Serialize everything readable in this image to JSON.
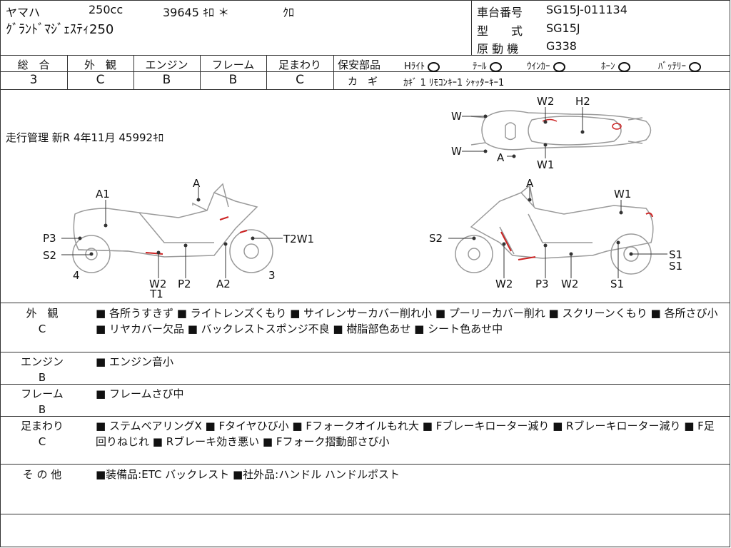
{
  "header": {
    "maker": "ヤマハ",
    "displacement": "250cc",
    "mileage": "39645 ｷﾛ ＊",
    "color": "ｸﾛ",
    "model_name": "ｸﾞﾗﾝﾄﾞﾏｼﾞｪｽﾃｨ250",
    "chassis_label": "車台番号",
    "chassis_value": "SG15J-011134",
    "type_label": "型　　式",
    "type_value": "SG15J",
    "engine_label": "原 動 機",
    "engine_value": "G338"
  },
  "grades": {
    "headers": [
      "総　合",
      "外　観",
      "エンジン",
      "フレーム",
      "足まわり"
    ],
    "values": [
      "3",
      "C",
      "B",
      "B",
      "C"
    ]
  },
  "safety": {
    "label": "保安部品",
    "items": [
      "Hﾗｲﾄ",
      "ﾃｰﾙ",
      "ｳｲﾝｶｰ",
      "ﾎｰﾝ",
      "ﾊﾞｯﾃﾘｰ"
    ],
    "key_label": "カ　ギ",
    "key_value": "ｶｷﾞ 1  ﾘﾓｺﾝｷｰ1  ｼｬｯﾀｰｷｰ1"
  },
  "management": "走行管理 新R  4年11月  45992ｷﾛ",
  "diagram_labels": {
    "top": [
      "W",
      "W",
      "W2",
      "H2",
      "A",
      "W1"
    ],
    "left": [
      "A",
      "A1",
      "P3",
      "S2",
      "4",
      "W2",
      "T1",
      "P2",
      "A2",
      "3",
      "T2W1"
    ],
    "right": [
      "A",
      "W1",
      "S2",
      "W2",
      "P3",
      "W2",
      "S1",
      "S1",
      "S1"
    ]
  },
  "conditions": [
    {
      "label": "外　観",
      "grade": "C",
      "text": "■ 各所うすきず ■ ライトレンズくもり ■ サイレンサーカバー削れ小 ■ プーリーカバー削れ ■ スクリーンくもり ■ 各所さび小 ■ リヤカバー欠品 ■ バックレストスポンジ不良 ■ 樹脂部色あせ ■ シート色あせ中"
    },
    {
      "label": "エンジン",
      "grade": "B",
      "text": "■ エンジン音小"
    },
    {
      "label": "フレーム",
      "grade": "B",
      "text": "■ フレームさび中"
    },
    {
      "label": "足まわり",
      "grade": "C",
      "text": "■ ステムベアリングX ■ Fタイヤひび小 ■ Fフォークオイルもれ大 ■ Fブレーキローター減り ■ Rブレーキローター減り ■ F足回りねじれ ■ Rブレーキ効き悪い ■ Fフォーク摺動部さび小"
    },
    {
      "label": "そ の 他",
      "grade": "",
      "text": "■装備品:ETC バックレスト ■社外品:ハンドル ハンドルポスト"
    }
  ]
}
